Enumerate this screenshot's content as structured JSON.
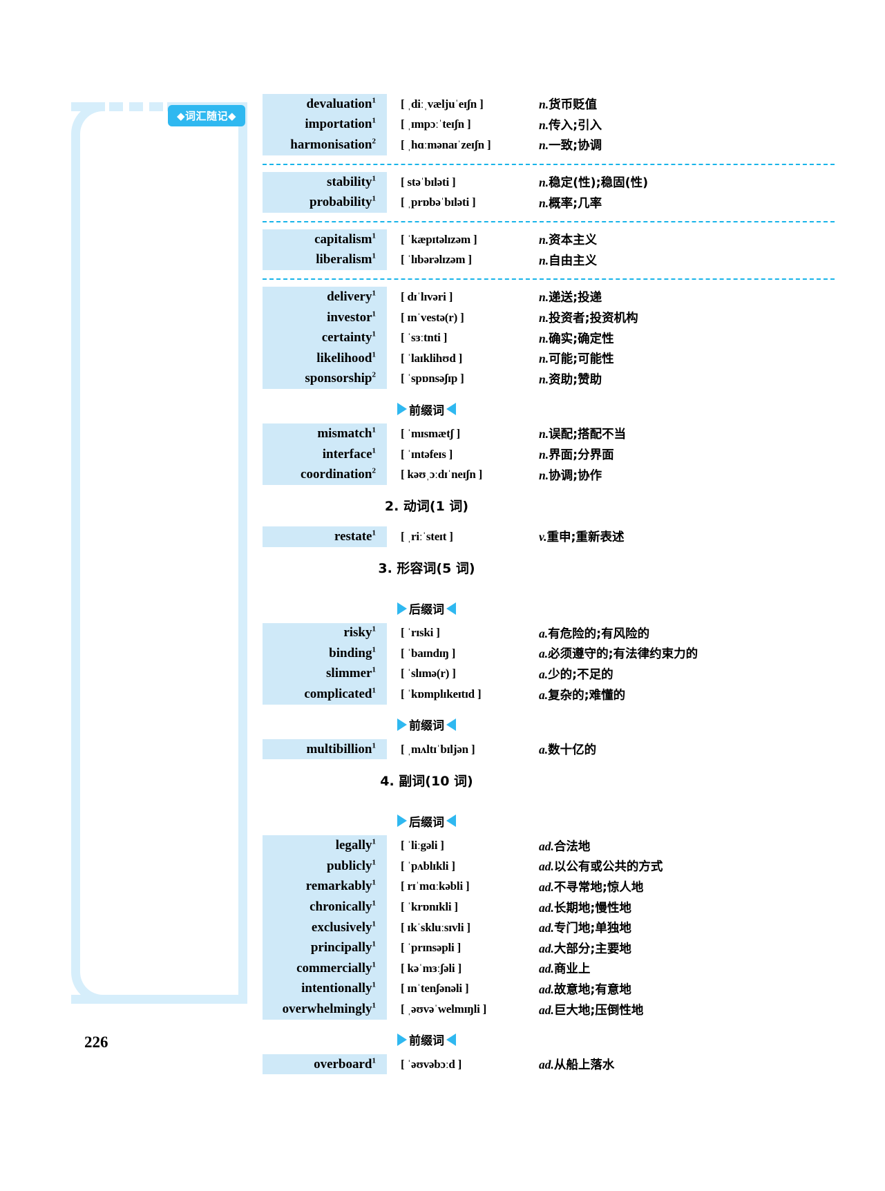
{
  "page": {
    "number": "226",
    "tab_label": "◆词汇随记◆"
  },
  "markers": {
    "prefix": "前缀词",
    "suffix": "后缀词"
  },
  "sections": [
    {
      "id": "nouns",
      "heading": null,
      "blocks": [
        {
          "type": "group",
          "rows": [
            {
              "word": "devaluation",
              "sup": "1",
              "phonetic": "[ ˌdiːˌvæljuˈeɪʃn ]",
              "pos": "n.",
              "meaning": "货币贬值"
            },
            {
              "word": "importation",
              "sup": "1",
              "phonetic": "[ ˌɪmpɔːˈteɪʃn ]",
              "pos": "n.",
              "meaning": "传入;引入"
            },
            {
              "word": "harmonisation",
              "sup": "2",
              "phonetic": "[ ˌhɑːmənaɪˈzeɪʃn ]",
              "pos": "n.",
              "meaning": "一致;协调"
            }
          ]
        },
        {
          "type": "dash"
        },
        {
          "type": "group",
          "rows": [
            {
              "word": "stability",
              "sup": "1",
              "phonetic": "[ stəˈbɪləti ]",
              "pos": "n.",
              "meaning": "稳定(性);稳固(性)"
            },
            {
              "word": "probability",
              "sup": "1",
              "phonetic": "[ ˌprɒbəˈbɪləti ]",
              "pos": "n.",
              "meaning": "概率;几率"
            }
          ]
        },
        {
          "type": "dash"
        },
        {
          "type": "group",
          "rows": [
            {
              "word": "capitalism",
              "sup": "1",
              "phonetic": "[ ˈkæpɪtəlɪzəm ]",
              "pos": "n.",
              "meaning": "资本主义"
            },
            {
              "word": "liberalism",
              "sup": "1",
              "phonetic": "[ ˈlɪbərəlɪzəm ]",
              "pos": "n.",
              "meaning": "自由主义"
            }
          ]
        },
        {
          "type": "dash"
        },
        {
          "type": "group",
          "rows": [
            {
              "word": "delivery",
              "sup": "1",
              "phonetic": "[ dɪˈlɪvəri ]",
              "pos": "n.",
              "meaning": "递送;投递"
            },
            {
              "word": "investor",
              "sup": "1",
              "phonetic": "[ ɪnˈvestə(r) ]",
              "pos": "n.",
              "meaning": "投资者;投资机构"
            },
            {
              "word": "certainty",
              "sup": "1",
              "phonetic": "[ ˈsɜːtnti ]",
              "pos": "n.",
              "meaning": "确实;确定性"
            },
            {
              "word": "likelihood",
              "sup": "1",
              "phonetic": "[ ˈlaɪklihʊd ]",
              "pos": "n.",
              "meaning": "可能;可能性"
            },
            {
              "word": "sponsorship",
              "sup": "2",
              "phonetic": "[ ˈspɒnsəʃɪp ]",
              "pos": "n.",
              "meaning": "资助;赞助"
            }
          ]
        },
        {
          "type": "marker",
          "label": "前缀词"
        },
        {
          "type": "group",
          "rows": [
            {
              "word": "mismatch",
              "sup": "1",
              "phonetic": "[ ˈmɪsmætʃ ]",
              "pos": "n.",
              "meaning": "误配;搭配不当"
            },
            {
              "word": "interface",
              "sup": "1",
              "phonetic": "[ ˈɪntəfeɪs ]",
              "pos": "n.",
              "meaning": "界面;分界面"
            },
            {
              "word": "coordination",
              "sup": "2",
              "phonetic": "[ kəʊˌɔːdɪˈneɪʃn ]",
              "pos": "n.",
              "meaning": "协调;协作"
            }
          ]
        }
      ]
    },
    {
      "id": "verbs",
      "heading": "2. 动词(1 词)",
      "blocks": [
        {
          "type": "group",
          "rows": [
            {
              "word": "restate",
              "sup": "1",
              "phonetic": "[ ˌriːˈsteɪt ]",
              "pos": "v.",
              "meaning": "重申;重新表述"
            }
          ]
        }
      ]
    },
    {
      "id": "adjectives",
      "heading": "3. 形容词(5 词)",
      "blocks": [
        {
          "type": "marker",
          "label": "后缀词"
        },
        {
          "type": "group",
          "rows": [
            {
              "word": "risky",
              "sup": "1",
              "phonetic": "[ ˈrɪski ]",
              "pos": "a.",
              "meaning": "有危险的;有风险的"
            },
            {
              "word": "binding",
              "sup": "1",
              "phonetic": "[ ˈbaɪndɪŋ ]",
              "pos": "a.",
              "meaning": "必须遵守的;有法律约束力的"
            },
            {
              "word": "slimmer",
              "sup": "1",
              "phonetic": "[ ˈslɪmə(r) ]",
              "pos": "a.",
              "meaning": "少的;不足的"
            },
            {
              "word": "complicated",
              "sup": "1",
              "phonetic": "[ ˈkɒmplɪkeɪtɪd ]",
              "pos": "a.",
              "meaning": "复杂的;难懂的"
            }
          ]
        },
        {
          "type": "marker",
          "label": "前缀词"
        },
        {
          "type": "group",
          "rows": [
            {
              "word": "multibillion",
              "sup": "1",
              "phonetic": "[ ˌmʌltɪˈbɪljən ]",
              "pos": "a.",
              "meaning": "数十亿的"
            }
          ]
        }
      ]
    },
    {
      "id": "adverbs",
      "heading": "4. 副词(10 词)",
      "blocks": [
        {
          "type": "marker",
          "label": "后缀词"
        },
        {
          "type": "group",
          "rows": [
            {
              "word": "legally",
              "sup": "1",
              "phonetic": "[ ˈliːgəli ]",
              "pos": "ad.",
              "meaning": "合法地"
            },
            {
              "word": "publicly",
              "sup": "1",
              "phonetic": "[ ˈpʌblɪkli ]",
              "pos": "ad.",
              "meaning": "以公有或公共的方式"
            },
            {
              "word": "remarkably",
              "sup": "1",
              "phonetic": "[ rɪˈmɑːkəbli ]",
              "pos": "ad.",
              "meaning": "不寻常地;惊人地"
            },
            {
              "word": "chronically",
              "sup": "1",
              "phonetic": "[ ˈkrɒnɪkli ]",
              "pos": "ad.",
              "meaning": "长期地;慢性地"
            },
            {
              "word": "exclusively",
              "sup": "1",
              "phonetic": "[ ɪkˈskluːsɪvli ]",
              "pos": "ad.",
              "meaning": "专门地;单独地"
            },
            {
              "word": "principally",
              "sup": "1",
              "phonetic": "[ ˈprɪnsəpli ]",
              "pos": "ad.",
              "meaning": "大部分;主要地"
            },
            {
              "word": "commercially",
              "sup": "1",
              "phonetic": "[ kəˈmɜːʃəli ]",
              "pos": "ad.",
              "meaning": "商业上"
            },
            {
              "word": "intentionally",
              "sup": "1",
              "phonetic": "[ ɪnˈtenʃənəli ]",
              "pos": "ad.",
              "meaning": "故意地;有意地"
            },
            {
              "word": "overwhelmingly",
              "sup": "1",
              "phonetic": "[ ˌəʊvəˈwelmɪŋli ]",
              "pos": "ad.",
              "meaning": "巨大地;压倒性地"
            }
          ]
        },
        {
          "type": "marker",
          "label": "前缀词"
        },
        {
          "type": "group",
          "rows": [
            {
              "word": "overboard",
              "sup": "1",
              "phonetic": "[ ˈəʊvəbɔːd ]",
              "pos": "ad.",
              "meaning": "从船上落水"
            }
          ]
        }
      ]
    }
  ],
  "colors": {
    "accent": "#2fb8f0",
    "row_bg": "#cfe9f8",
    "frame": "#d6eefb",
    "dash": "#18b4e9"
  }
}
